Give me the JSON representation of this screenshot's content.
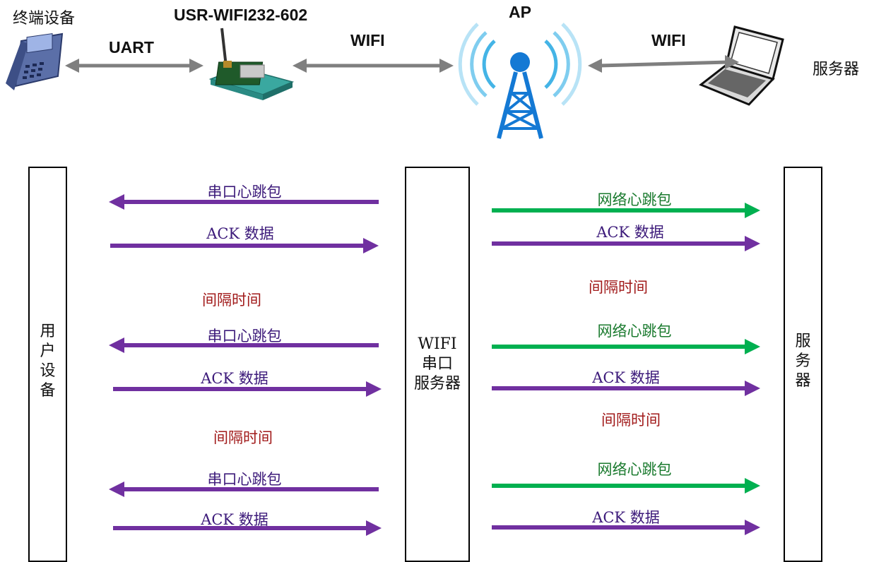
{
  "top": {
    "terminal_label": "终端设备",
    "module_label": "USR-WIFI232-602",
    "ap_label": "AP",
    "server_label": "服务器",
    "link_uart": "UART",
    "link_wifi_1": "WIFI",
    "link_wifi_2": "WIFI"
  },
  "lanes": {
    "user_device": [
      "用",
      "户",
      "设",
      "备"
    ],
    "wifi_server": [
      "WIFI",
      "串口",
      "服务器"
    ],
    "server": [
      "服",
      "务",
      "器"
    ]
  },
  "left_msgs": {
    "serial_heartbeat": "串口心跳包",
    "ack_data": "ACK 数据",
    "interval": "间隔时间"
  },
  "right_msgs": {
    "net_heartbeat": "网络心跳包",
    "ack_data": "ACK 数据",
    "interval": "间隔时间"
  },
  "colors": {
    "purple": "#7030a0",
    "green": "#00b050",
    "gray_arrow": "#7f7f7f",
    "interval_red": "#a11a1a"
  }
}
